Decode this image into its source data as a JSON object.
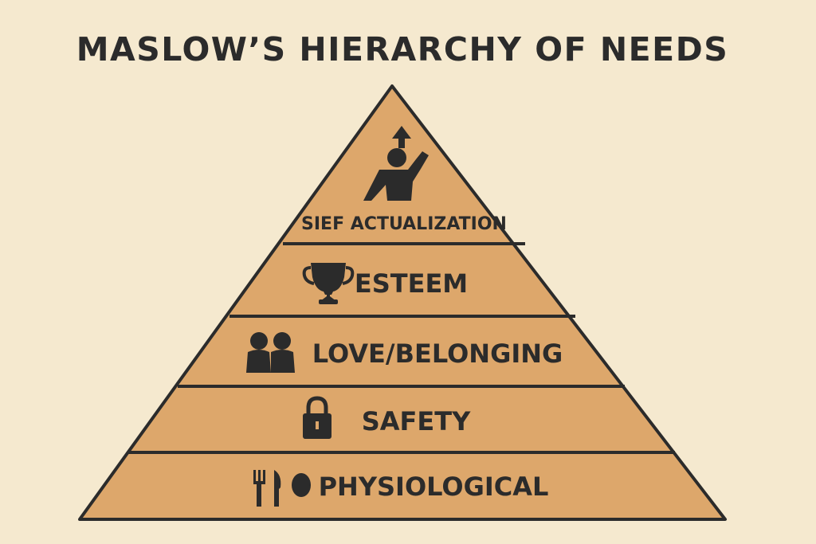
{
  "title": "MASLOW’S HIERARCHY OF NEEDS",
  "colors": {
    "background": "#f5e9cf",
    "pyramid_fill": "#dda76b",
    "outline": "#2b2b2b",
    "ink": "#2b2b2b"
  },
  "levels": [
    {
      "label": "SIEF ACTUALIZATION",
      "icon": "person-raising-arm-icon"
    },
    {
      "label": "ESTEEM",
      "icon": "trophy-icon"
    },
    {
      "label": "LOVE/BELONGING",
      "icon": "two-people-icon"
    },
    {
      "label": "SAFETY",
      "icon": "padlock-icon"
    },
    {
      "label": "PHYSIOLOGICAL",
      "icon": "fork-knife-food-icon"
    }
  ]
}
